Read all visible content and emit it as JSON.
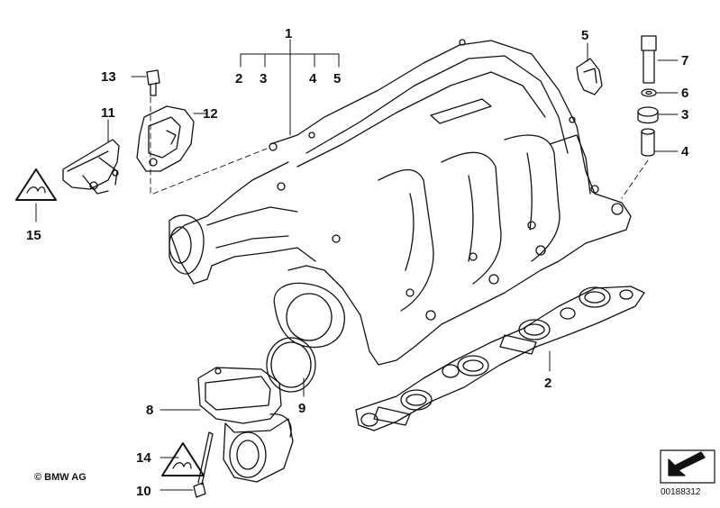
{
  "diagram": {
    "labels": [
      {
        "id": "1",
        "text": "1"
      },
      {
        "id": "2a",
        "text": "2"
      },
      {
        "id": "3a",
        "text": "3"
      },
      {
        "id": "4a",
        "text": "4"
      },
      {
        "id": "5a",
        "text": "5"
      },
      {
        "id": "5b",
        "text": "5"
      },
      {
        "id": "7",
        "text": "7"
      },
      {
        "id": "6",
        "text": "6"
      },
      {
        "id": "3b",
        "text": "3"
      },
      {
        "id": "4b",
        "text": "4"
      },
      {
        "id": "13",
        "text": "13"
      },
      {
        "id": "11",
        "text": "11"
      },
      {
        "id": "12",
        "text": "12"
      },
      {
        "id": "15",
        "text": "15"
      },
      {
        "id": "2b",
        "text": "2"
      },
      {
        "id": "8",
        "text": "8"
      },
      {
        "id": "9",
        "text": "9"
      },
      {
        "id": "14",
        "text": "14"
      },
      {
        "id": "10",
        "text": "10"
      }
    ],
    "copyright": "© BMW AG",
    "doc_id": "00188312"
  }
}
